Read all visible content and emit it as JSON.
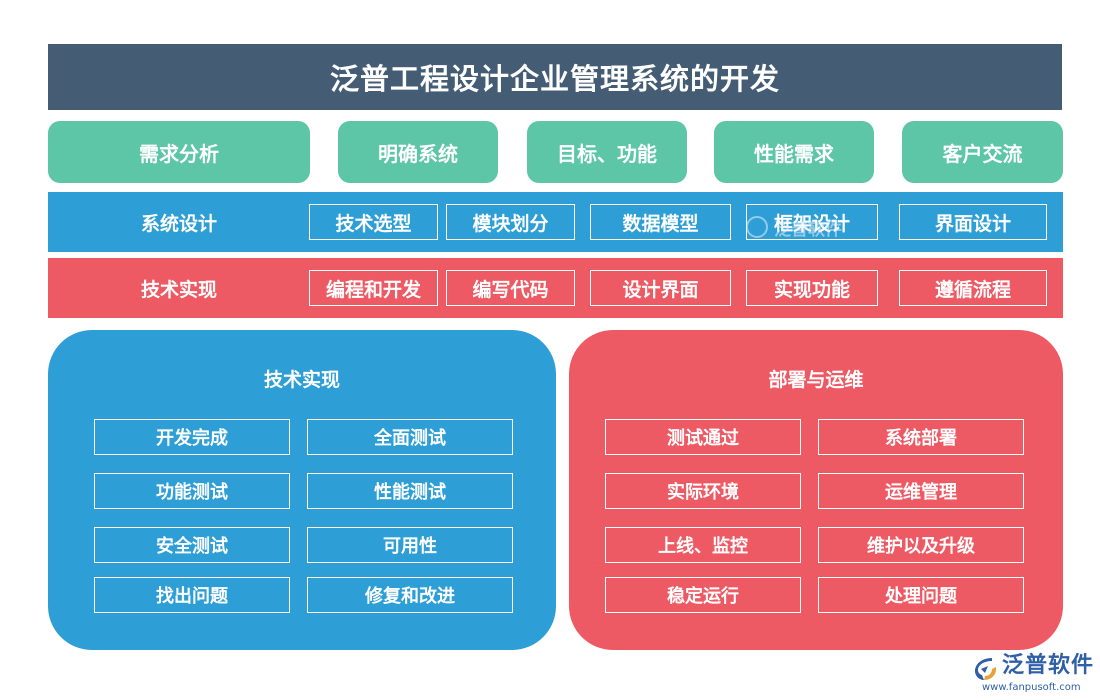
{
  "title": "泛普工程设计企业管理系统的开发",
  "requirements": [
    "需求分析",
    "明确系统",
    "目标、功能",
    "性能需求",
    "客户交流"
  ],
  "design_band": {
    "label": "系统设计",
    "items": [
      "技术选型",
      "模块划分",
      "数据模型",
      "框架设计",
      "界面设计"
    ]
  },
  "impl_band": {
    "label": "技术实现",
    "items": [
      "编程和开发",
      "编写代码",
      "设计界面",
      "实现功能",
      "遵循流程"
    ]
  },
  "left_panel": {
    "title": "技术实现",
    "items": [
      "开发完成",
      "全面测试",
      "功能测试",
      "性能测试",
      "安全测试",
      "可用性",
      "找出问题",
      "修复和改进"
    ]
  },
  "right_panel": {
    "title": "部署与运维",
    "items": [
      "测试通过",
      "系统部署",
      "实际环境",
      "运维管理",
      "上线、监控",
      "维护以及升级",
      "稳定运行",
      "处理问题"
    ]
  },
  "watermark": {
    "text": "泛普软件"
  },
  "logo": {
    "name": "泛普软件",
    "url": "www.fanpusoft.com"
  },
  "colors": {
    "title_bg": "#445c74",
    "requirement_green": "#5cc6a6",
    "blue": "#2d9ed6",
    "red": "#ee5a64",
    "logo_blue": "#2f5fa7"
  }
}
